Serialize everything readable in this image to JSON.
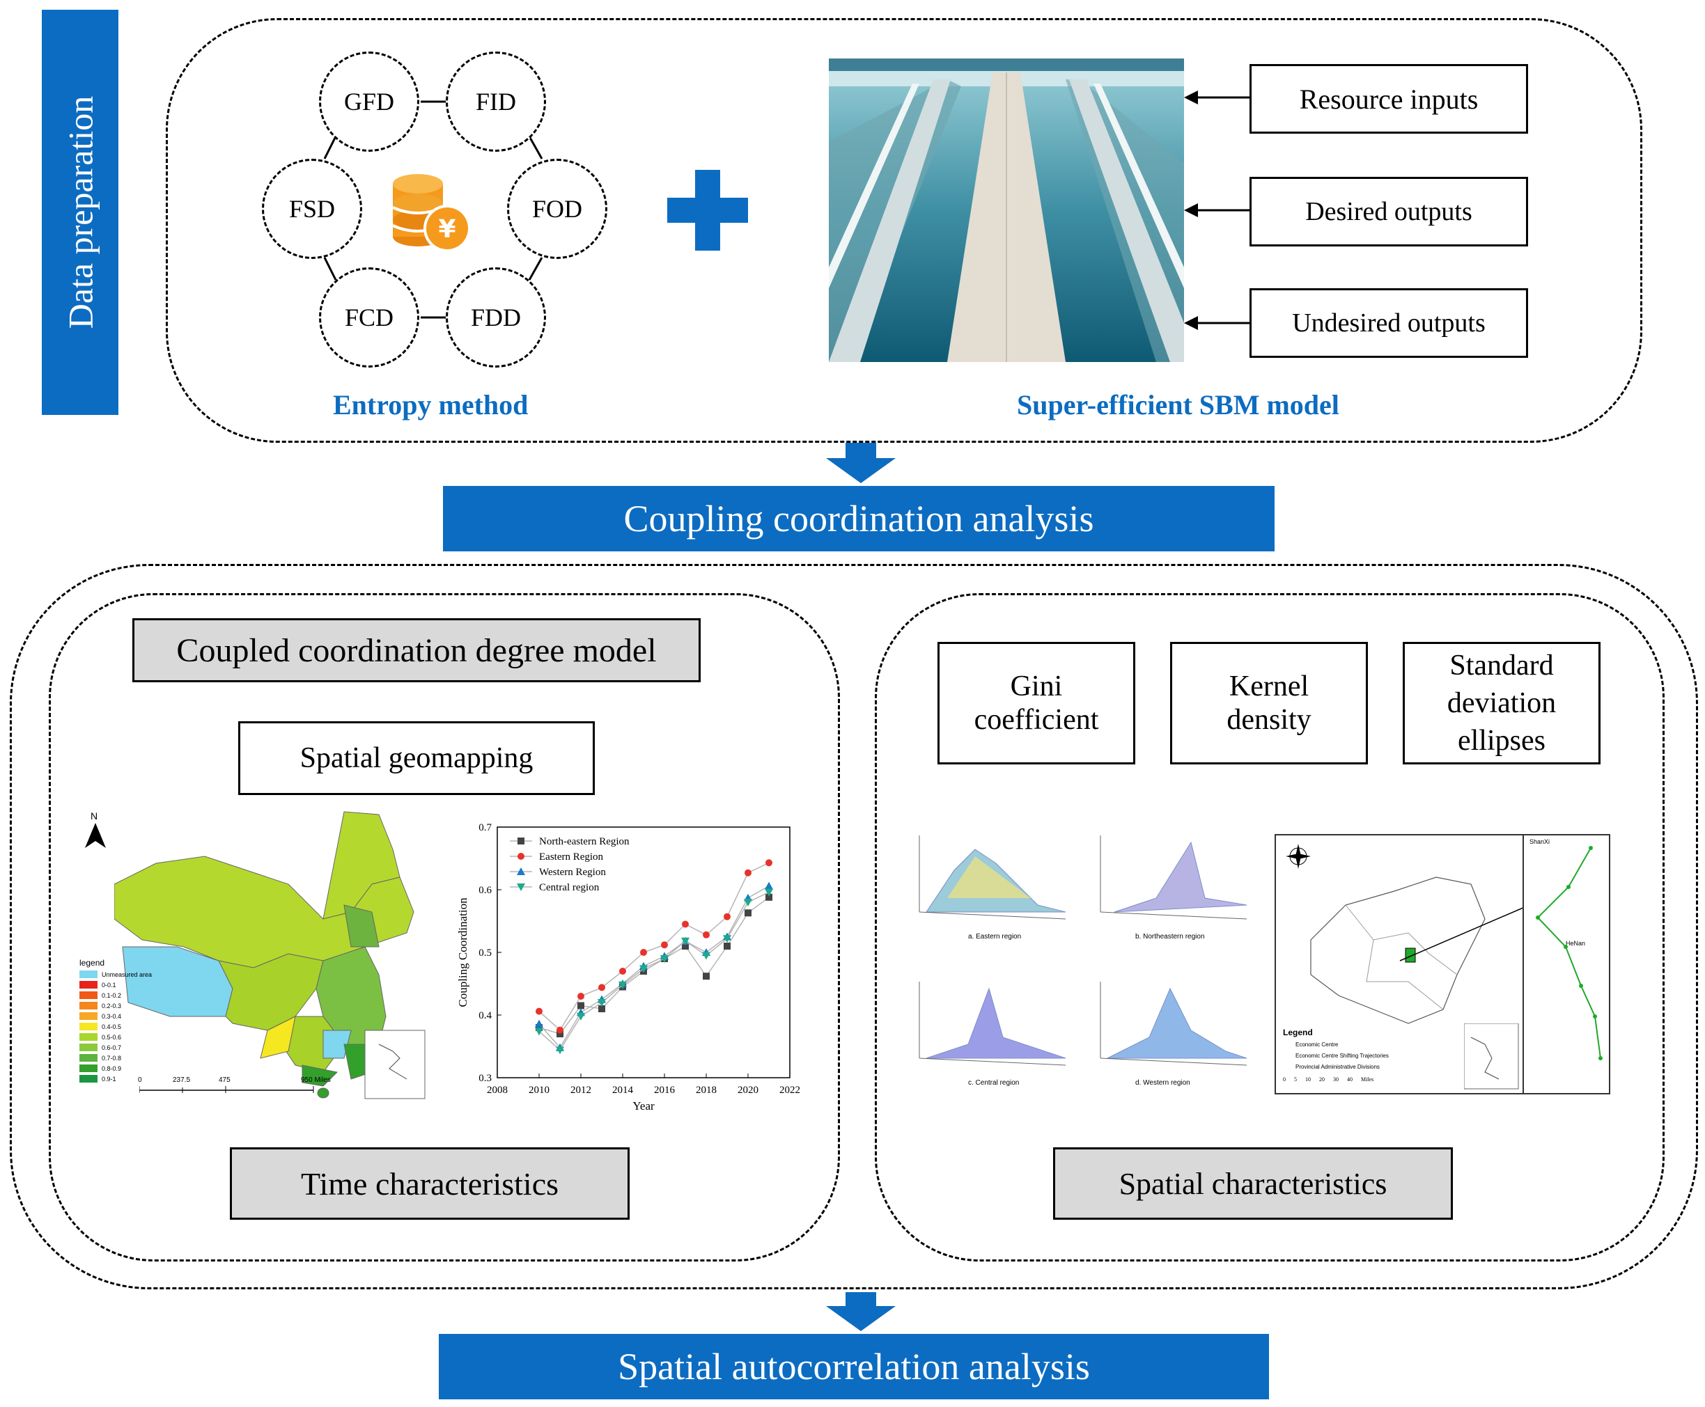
{
  "data_prep": {
    "label": "Data preparation",
    "nodes": [
      "GFD",
      "FID",
      "FOD",
      "FDD",
      "FCD",
      "FSD"
    ],
    "entropy_label": "Entropy method",
    "sbm_label": "Super-efficient SBM model",
    "sbm_boxes": [
      "Resource inputs",
      "Desired outputs",
      "Undesired outputs"
    ]
  },
  "coupling_bar": "Coupling coordination analysis",
  "left_panel": {
    "ccdm": "Coupled coordination degree model",
    "geomapping": "Spatial geomapping",
    "time": "Time characteristics",
    "map_north": "N",
    "legend_title": "legend",
    "legend_items": [
      "Unmeasured area",
      "0-0.1",
      "0.1-0.2",
      "0.2-0.3",
      "0.3-0.4",
      "0.4-0.5",
      "0.5-0.6",
      "0.6-0.7",
      "0.7-0.8",
      "0.8-0.9",
      "0.9-1"
    ],
    "legend_colors": [
      "#7fd6ef",
      "#e8231b",
      "#f05a16",
      "#f5861b",
      "#f7a723",
      "#f5e720",
      "#a9d62a",
      "#8cc83c",
      "#5cb33f",
      "#33a02c",
      "#1a9641"
    ],
    "scale_labels": [
      "0",
      "237.5",
      "475",
      "950 Miles"
    ]
  },
  "chart_data": {
    "type": "line",
    "xlabel": "Year",
    "ylabel": "Coupling Coordination",
    "xlim": [
      2008,
      2022
    ],
    "ylim": [
      0.3,
      0.7
    ],
    "xticks": [
      2008,
      2010,
      2012,
      2014,
      2016,
      2018,
      2020,
      2022
    ],
    "yticks": [
      0.3,
      0.4,
      0.5,
      0.6,
      0.7
    ],
    "x": [
      2010,
      2011,
      2012,
      2013,
      2014,
      2015,
      2016,
      2017,
      2018,
      2019,
      2020,
      2021
    ],
    "series": [
      {
        "name": "North-eastern Region",
        "marker": "square",
        "color": "#444444",
        "values": [
          0.38,
          0.37,
          0.415,
          0.41,
          0.445,
          0.47,
          0.49,
          0.51,
          0.462,
          0.51,
          0.563,
          0.588
        ]
      },
      {
        "name": "Eastern Region",
        "marker": "circle",
        "color": "#e8322b",
        "values": [
          0.406,
          0.376,
          0.43,
          0.444,
          0.47,
          0.5,
          0.512,
          0.545,
          0.528,
          0.557,
          0.627,
          0.643
        ]
      },
      {
        "name": "Western Region",
        "marker": "triangle-up",
        "color": "#1b79c9",
        "values": [
          0.386,
          0.348,
          0.404,
          0.425,
          0.45,
          0.478,
          0.494,
          0.518,
          0.5,
          0.525,
          0.587,
          0.606
        ]
      },
      {
        "name": "Central region",
        "marker": "triangle-down",
        "color": "#1faa8a",
        "values": [
          0.374,
          0.344,
          0.398,
          0.42,
          0.448,
          0.474,
          0.49,
          0.518,
          0.495,
          0.522,
          0.58,
          0.596
        ]
      }
    ]
  },
  "right_panel": {
    "gini": "Gini coefficient",
    "kernel": "Kernel density",
    "sde": "Standard deviation ellipses",
    "spatial": "Spatial characteristics",
    "kd_labels": [
      "a. Eastern region",
      "b. Northeastern region",
      "c. Central region",
      "d. Western region"
    ],
    "ellipse_legend_title": "Legend",
    "ellipse_legend_items": [
      "Economic Centre",
      "Economic Centre Shifting Trajectories",
      "Provincial Administrative Divisions"
    ],
    "ellipse_scale": [
      "0",
      "5",
      "10",
      "20",
      "30",
      "40"
    ],
    "ellipse_scale_unit": "Miles",
    "inset_labels": [
      "ShanXi",
      "HeNan"
    ]
  },
  "autocorr_bar": "Spatial autocorrelation analysis"
}
